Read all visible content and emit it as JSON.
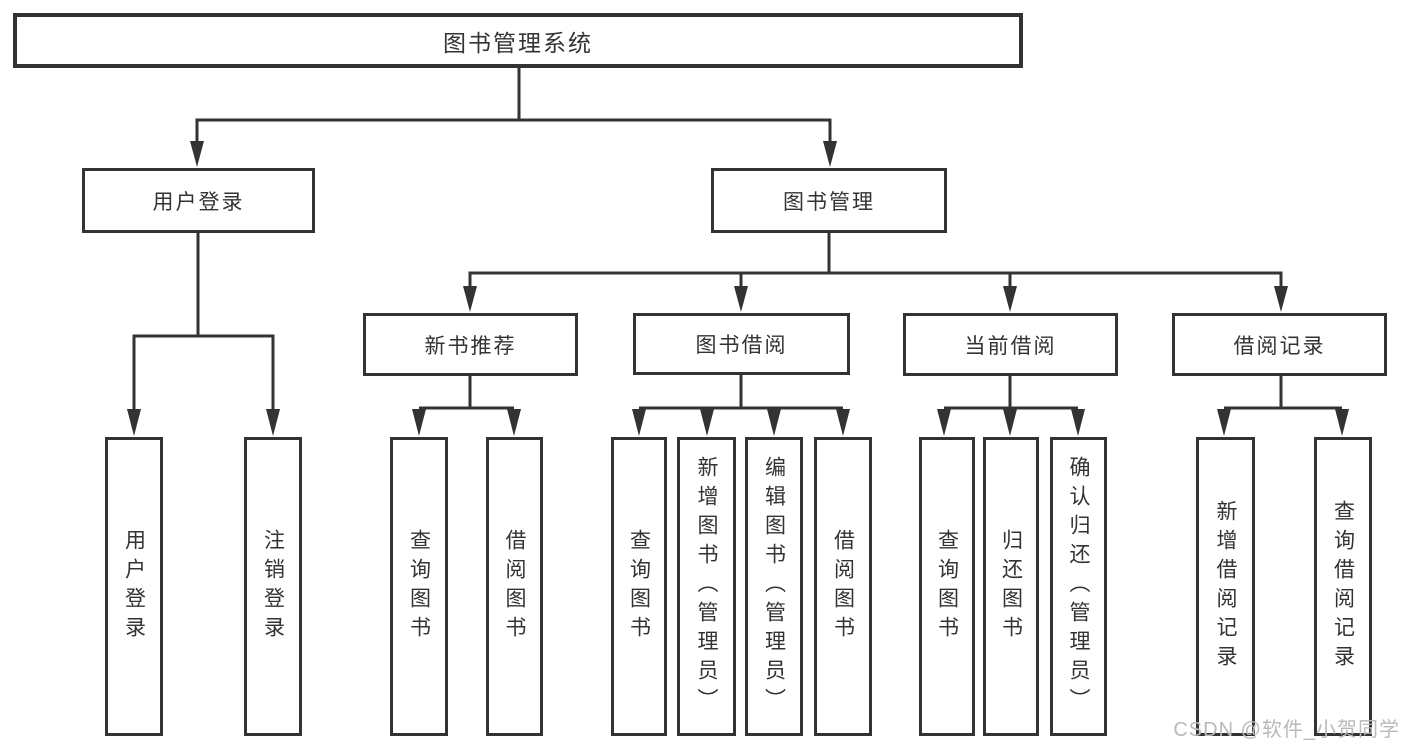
{
  "diagram": {
    "root": {
      "label": "图书管理系统"
    },
    "branches": [
      {
        "label": "用户登录",
        "children": [
          {
            "label": "用户登录"
          },
          {
            "label": "注销登录"
          }
        ]
      },
      {
        "label": "图书管理",
        "children": [
          {
            "label": "新书推荐",
            "leaves": [
              "查询图书",
              "借阅图书"
            ]
          },
          {
            "label": "图书借阅",
            "leaves": [
              "查询图书",
              "新增图书（管理员）",
              "编辑图书（管理员）",
              "借阅图书"
            ]
          },
          {
            "label": "当前借阅",
            "leaves": [
              "查询图书",
              "归还图书",
              "确认归还（管理员）"
            ]
          },
          {
            "label": "借阅记录",
            "leaves": [
              "新增借阅记录",
              "查询借阅记录"
            ]
          }
        ]
      }
    ]
  },
  "watermark": {
    "text": "CSDN @软件_小贺同学"
  },
  "colors": {
    "line": "#333333",
    "text": "#333333",
    "box_background": "#ffffff",
    "page_background": "#ffffff",
    "watermark": "#b9b9b9"
  }
}
